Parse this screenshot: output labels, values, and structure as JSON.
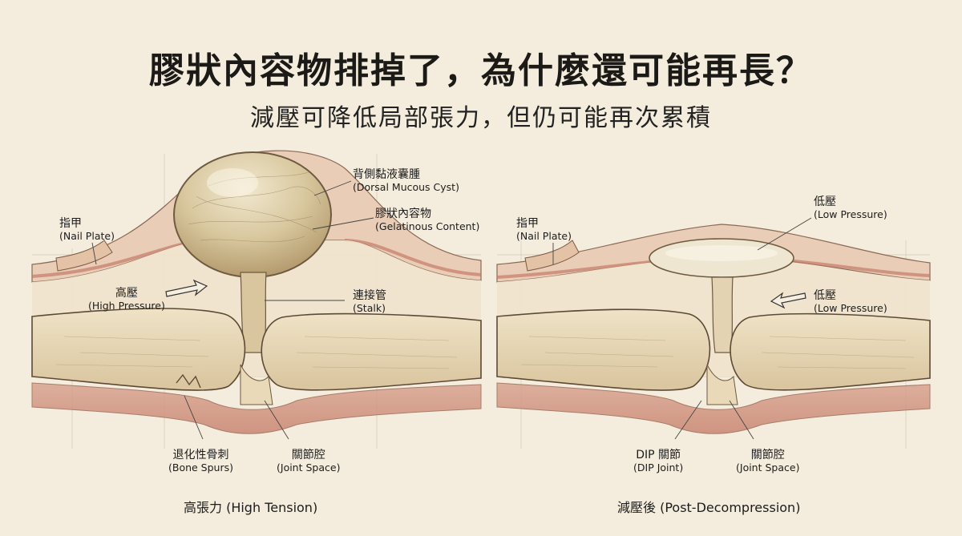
{
  "title": "膠狀內容物排掉了，為什麼還可能再長？",
  "subtitle": "減壓可降低局部張力，但仍可能再次累積",
  "left_panel": {
    "caption": "高張力 (High Tension)",
    "labels": {
      "cyst": {
        "zh": "背側黏液囊腫",
        "en": "(Dorsal Mucous Cyst)"
      },
      "gel": {
        "zh": "膠狀內容物",
        "en": "(Gelatinous Content)"
      },
      "nail": {
        "zh": "指甲",
        "en": "(Nail Plate)"
      },
      "pressure": {
        "zh": "高壓",
        "en": "(High Pressure)"
      },
      "stalk": {
        "zh": "連接管",
        "en": "(Stalk)"
      },
      "spurs": {
        "zh": "退化性骨刺",
        "en": "(Bone Spurs)"
      },
      "joint": {
        "zh": "關節腔",
        "en": "(Joint Space)"
      }
    }
  },
  "right_panel": {
    "caption": "減壓後 (Post-Decompression)",
    "labels": {
      "low_top": {
        "zh": "低壓",
        "en": "(Low Pressure)"
      },
      "nail": {
        "zh": "指甲",
        "en": "(Nail Plate)"
      },
      "low_mid": {
        "zh": "低壓",
        "en": "(Low Pressure)"
      },
      "dip": {
        "zh": "DIP 關節",
        "en": "(DIP Joint)"
      },
      "joint": {
        "zh": "關節腔",
        "en": "(Joint Space)"
      }
    }
  }
}
